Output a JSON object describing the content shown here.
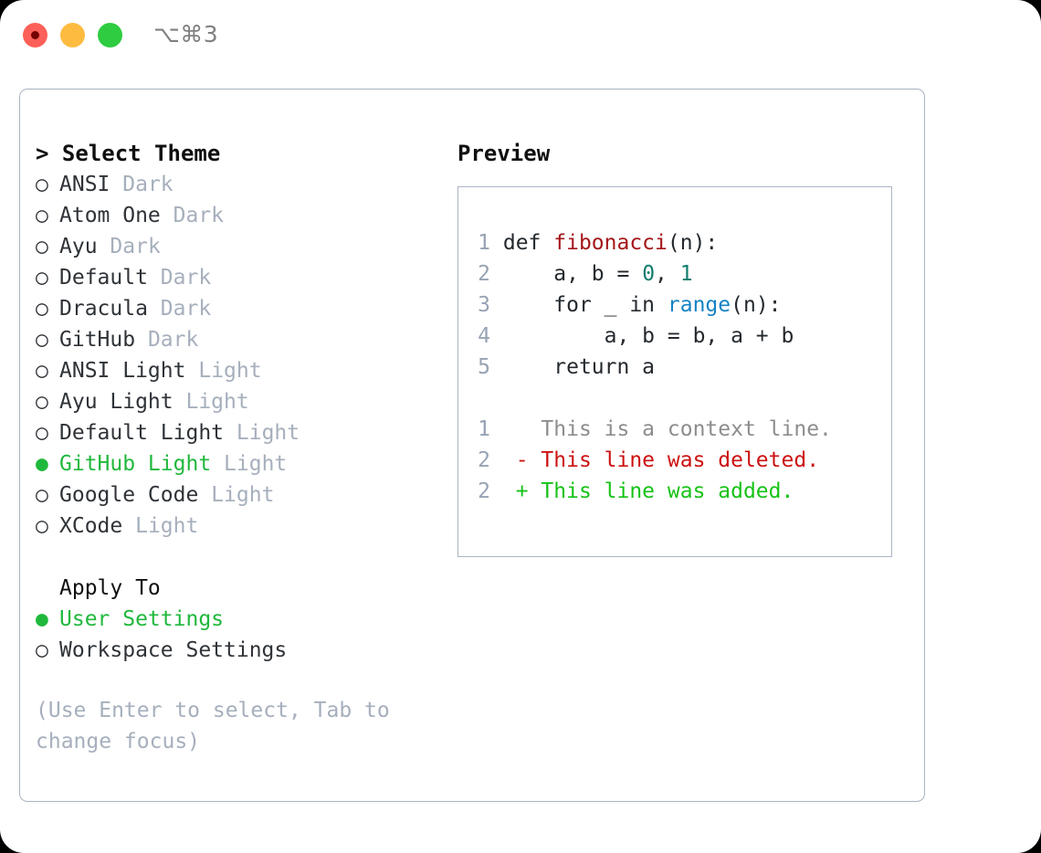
{
  "titlebar": {
    "shortcut": "⌥⌘3",
    "buttons": [
      "close",
      "minimize",
      "maximize"
    ]
  },
  "theme_picker": {
    "header": "> Select Theme",
    "options": [
      {
        "bullet": "○",
        "name": "ANSI",
        "variant": "Dark",
        "selected": false
      },
      {
        "bullet": "○",
        "name": "Atom One",
        "variant": "Dark",
        "selected": false
      },
      {
        "bullet": "○",
        "name": "Ayu",
        "variant": "Dark",
        "selected": false
      },
      {
        "bullet": "○",
        "name": "Default",
        "variant": "Dark",
        "selected": false
      },
      {
        "bullet": "○",
        "name": "Dracula",
        "variant": "Dark",
        "selected": false
      },
      {
        "bullet": "○",
        "name": "GitHub",
        "variant": "Dark",
        "selected": false
      },
      {
        "bullet": "○",
        "name": "ANSI Light",
        "variant": "Light",
        "selected": false
      },
      {
        "bullet": "○",
        "name": "Ayu Light",
        "variant": "Light",
        "selected": false
      },
      {
        "bullet": "○",
        "name": "Default Light",
        "variant": "Light",
        "selected": false
      },
      {
        "bullet": "●",
        "name": "GitHub Light",
        "variant": "Light",
        "selected": true
      },
      {
        "bullet": "○",
        "name": "Google Code",
        "variant": "Light",
        "selected": false
      },
      {
        "bullet": "○",
        "name": "XCode",
        "variant": "Light",
        "selected": false
      }
    ]
  },
  "apply_to": {
    "label": "Apply To",
    "options": [
      {
        "bullet": "●",
        "name": "User Settings",
        "selected": true
      },
      {
        "bullet": "○",
        "name": "Workspace Settings",
        "selected": false
      }
    ]
  },
  "hint": "(Use Enter to select, Tab to change focus)",
  "preview": {
    "title": "Preview",
    "code_lines": [
      {
        "no": "1",
        "segments": [
          {
            "text": "def ",
            "style": "plain"
          },
          {
            "text": "fibonacci",
            "style": "fn"
          },
          {
            "text": "(n):",
            "style": "plain"
          }
        ]
      },
      {
        "no": "2",
        "segments": [
          {
            "text": "    a, b = ",
            "style": "plain"
          },
          {
            "text": "0",
            "style": "num"
          },
          {
            "text": ", ",
            "style": "plain"
          },
          {
            "text": "1",
            "style": "num"
          }
        ]
      },
      {
        "no": "3",
        "segments": [
          {
            "text": "    for _ in ",
            "style": "plain"
          },
          {
            "text": "range",
            "style": "call"
          },
          {
            "text": "(n):",
            "style": "plain"
          }
        ]
      },
      {
        "no": "4",
        "segments": [
          {
            "text": "        a, b = b, a + b",
            "style": "plain"
          }
        ]
      },
      {
        "no": "5",
        "segments": [
          {
            "text": "    return a",
            "style": "plain"
          }
        ]
      }
    ],
    "diff_lines": [
      {
        "no": "1",
        "marker": "  ",
        "text": "This is a context line.",
        "kind": "ctx"
      },
      {
        "no": "2",
        "marker": "- ",
        "text": "This line was deleted.",
        "kind": "del"
      },
      {
        "no": "2",
        "marker": "+ ",
        "text": "This line was added.",
        "kind": "add"
      }
    ]
  },
  "colors": {
    "accent_green": "#20b83c",
    "muted": "#a6afbc",
    "border": "#aab4c2",
    "diff_add": "#16c216",
    "diff_del": "#cc1111",
    "token_fn": "#a3161a",
    "token_call": "#1583c4",
    "token_num": "#117c6e"
  }
}
